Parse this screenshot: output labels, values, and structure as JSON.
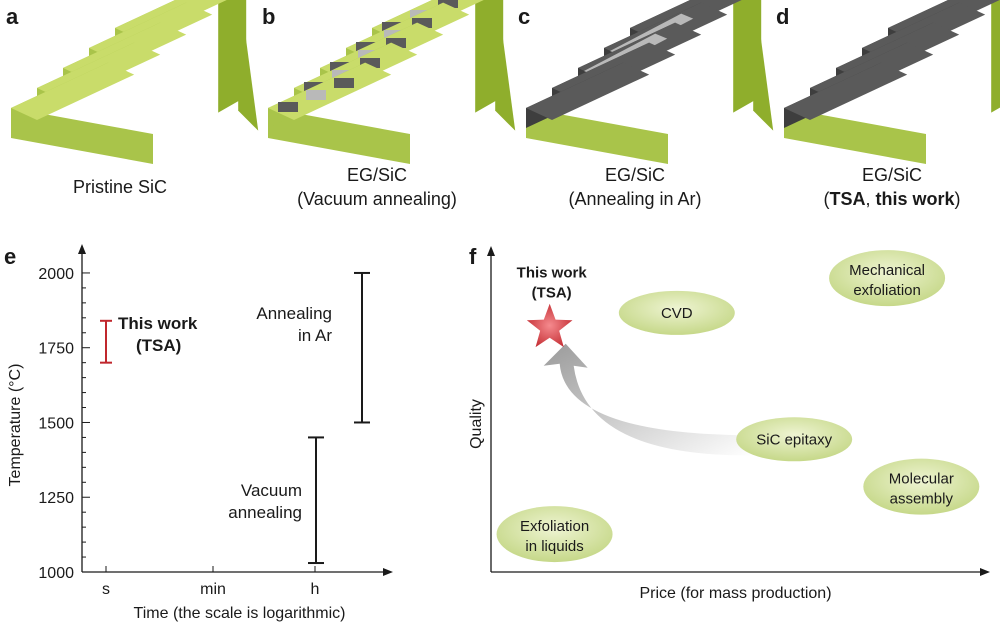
{
  "panels": {
    "a": {
      "letter": "a",
      "caption_line1": "Pristine SiC"
    },
    "b": {
      "letter": "b",
      "caption_line1": "EG/SiC",
      "caption_line2": "(Vacuum annealing)"
    },
    "c": {
      "letter": "c",
      "caption_line1": "EG/SiC",
      "caption_line2": "(Annealing in Ar)"
    },
    "d": {
      "letter": "d",
      "caption_line1": "EG/SiC",
      "caption_bold1": "TSA",
      "caption_sep": ", ",
      "caption_bold2": "this work",
      "caption_paren_open": "(",
      "caption_paren_close": ")"
    }
  },
  "colors": {
    "sic_top": "#c9dc6a",
    "sic_front": "#a9c44a",
    "sic_side": "#8fae2c",
    "graphene_top": "#5a5a5a",
    "graphene_front": "#3e3e3e",
    "graphene_highlight": "#b9b9b9",
    "tsa_red": "#c0272d",
    "ellipse_fill": "#c6d889",
    "arrow_gray": "#9a9a9a"
  },
  "chart_data": [
    {
      "type": "scatter",
      "panel": "e",
      "letter": "e",
      "ylabel": "Temperature (°C)",
      "xlabel": "Time (the scale is logarithmic)",
      "x_scale": "log",
      "x_categories": [
        "s",
        "min",
        "h"
      ],
      "y_ticks": [
        1000,
        1250,
        1500,
        1750,
        2000
      ],
      "ylim": [
        1000,
        2050
      ],
      "series": [
        {
          "name": "This work (TSA)",
          "label_line1": "This work",
          "label_line2": "(TSA)",
          "x": "s",
          "y_min": 1700,
          "y_max": 1840,
          "color": "#c0272d"
        },
        {
          "name": "Annealing in Ar",
          "label_line1": "Annealing",
          "label_line2": "in Ar",
          "x": "h",
          "y_min": 1500,
          "y_max": 2000,
          "color": "#1a1a1a"
        },
        {
          "name": "Vacuum annealing",
          "label_line1": "Vacuum",
          "label_line2": "annealing",
          "x": "h",
          "y_min": 1030,
          "y_max": 1450,
          "color": "#1a1a1a"
        }
      ]
    },
    {
      "type": "scatter",
      "panel": "f",
      "letter": "f",
      "xlabel": "Price (for mass production)",
      "ylabel": "Quality",
      "points": [
        {
          "line1": "This work",
          "line2": "(TSA)",
          "marker": "star",
          "price": 0.12,
          "quality": 0.83
        },
        {
          "line1": "CVD",
          "line2": "",
          "marker": "ellipse",
          "price": 0.38,
          "quality": 0.82
        },
        {
          "line1": "Mechanical",
          "line2": "exfoliation",
          "marker": "ellipse",
          "price": 0.81,
          "quality": 0.93
        },
        {
          "line1": "SiC epitaxy",
          "line2": "",
          "marker": "ellipse",
          "price": 0.62,
          "quality": 0.42
        },
        {
          "line1": "Molecular",
          "line2": "assembly",
          "marker": "ellipse",
          "price": 0.88,
          "quality": 0.27
        },
        {
          "line1": "Exfoliation",
          "line2": "in liquids",
          "marker": "ellipse",
          "price": 0.13,
          "quality": 0.12
        }
      ]
    }
  ]
}
